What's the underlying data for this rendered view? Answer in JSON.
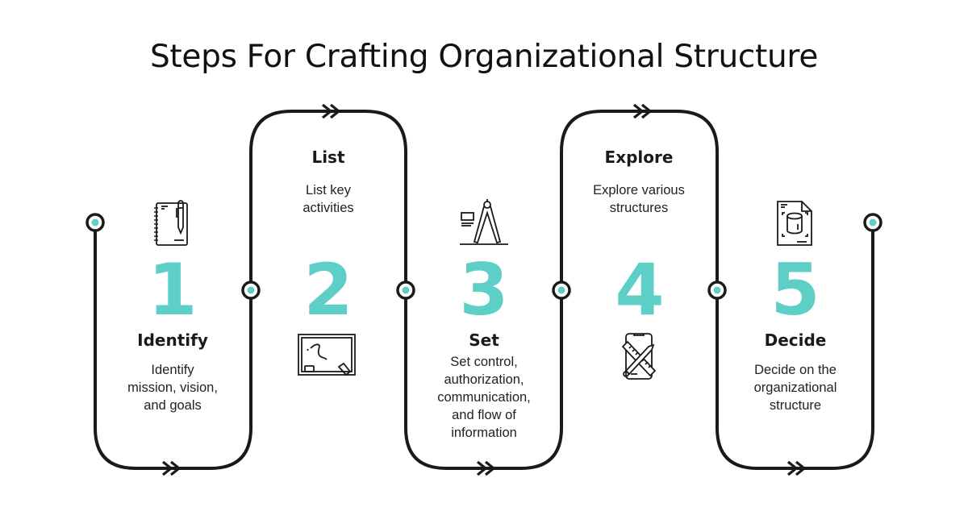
{
  "title": "Steps For Crafting Organizational Structure",
  "colors": {
    "accent": "#5ecfc6",
    "line": "#1a1a1a",
    "background": "#ffffff"
  },
  "steps": [
    {
      "number": "1",
      "heading": "Identify",
      "description": [
        "Identify",
        "mission, vision,",
        "and goals"
      ],
      "icon": "notebook-pen-icon"
    },
    {
      "number": "2",
      "heading": "List",
      "description": [
        "List key",
        "activities"
      ],
      "icon": "chalkboard-icon"
    },
    {
      "number": "3",
      "heading": "Set",
      "description": [
        "Set control,",
        "authorization,",
        "communication,",
        "and flow of",
        "information"
      ],
      "icon": "compass-drafting-icon"
    },
    {
      "number": "4",
      "heading": "Explore",
      "description": [
        "Explore various",
        "structures"
      ],
      "icon": "phone-ruler-pencil-icon"
    },
    {
      "number": "5",
      "heading": "Decide",
      "description": [
        "Decide on the",
        "organizational",
        "structure"
      ],
      "icon": "document-cylinder-icon"
    }
  ]
}
